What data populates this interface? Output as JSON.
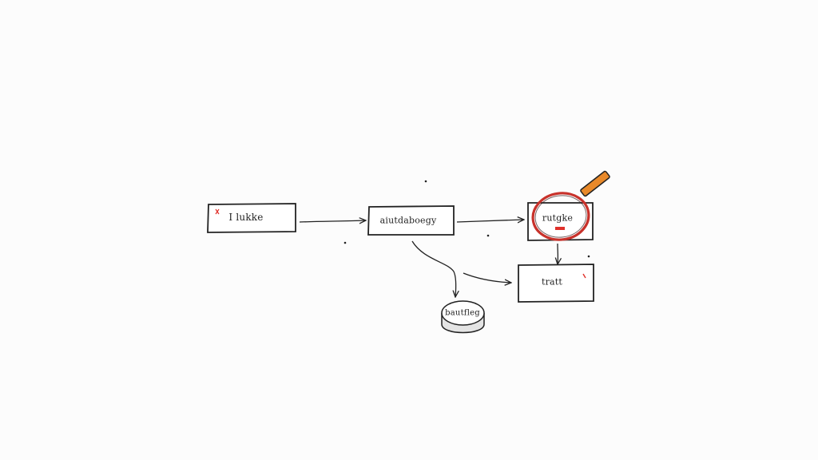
{
  "diagram": {
    "nodes": {
      "n1": {
        "label": "I lukke",
        "shape": "box"
      },
      "n2": {
        "label": "aiutdaboegy",
        "shape": "box"
      },
      "n3": {
        "label": "rutgke",
        "shape": "box",
        "highlighted": true
      },
      "n4": {
        "label": "tratt",
        "shape": "box"
      },
      "n5": {
        "label": "bautfleg",
        "shape": "cylinder"
      }
    },
    "edges": [
      {
        "from": "n1",
        "to": "n2"
      },
      {
        "from": "n2",
        "to": "n3"
      },
      {
        "from": "n3",
        "to": "n4"
      },
      {
        "from": "n2",
        "to": "n5"
      },
      {
        "from": "n2",
        "to": "n4"
      }
    ],
    "colors": {
      "ink": "#222222",
      "highlight_circle": "#c8322b",
      "red_mark": "#e0302a",
      "pencil_body": "#e8892a"
    },
    "icons": {
      "magnifier": "magnifier-highlight-icon",
      "pencil": "pencil-icon"
    }
  }
}
